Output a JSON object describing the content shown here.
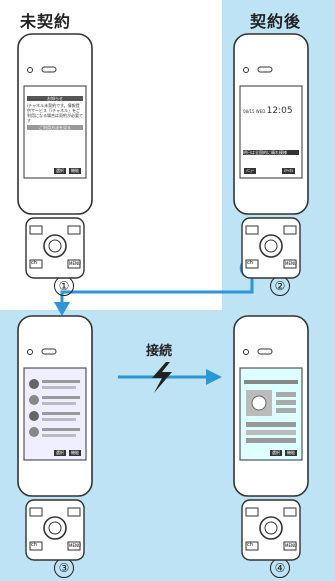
{
  "labels": {
    "before": "未契約",
    "after": "契約後",
    "connect": "接続"
  },
  "steps": [
    "①",
    "②",
    "③",
    "④"
  ],
  "phone1": {
    "title": "お知らせ",
    "msg": "iチャネル未契約です。情報提供サービス「iチャネル」をご利用になる場合は契約が必要です",
    "button": "ご利用方法を見る",
    "sk_left": "選択",
    "sk_right": "機能"
  },
  "phone2": {
    "clock": "12:05",
    "date": "08/15 WED",
    "ticker": "明日は全国的に晴れ模様",
    "sk_left": "ﾒﾆｭｰ",
    "sk_right": "iﾁｬﾈﾙ"
  },
  "phone3": {
    "sk_left": "選択",
    "sk_right": "機能"
  },
  "phone4": {
    "sk_left": "選択",
    "sk_right": "機能"
  },
  "keypad": {
    "ch_key": "ch",
    "menu_key": "MENU"
  },
  "colors": {
    "panel": "#bde3f5",
    "arrow": "#2b96d8",
    "bolt": "#222222"
  }
}
